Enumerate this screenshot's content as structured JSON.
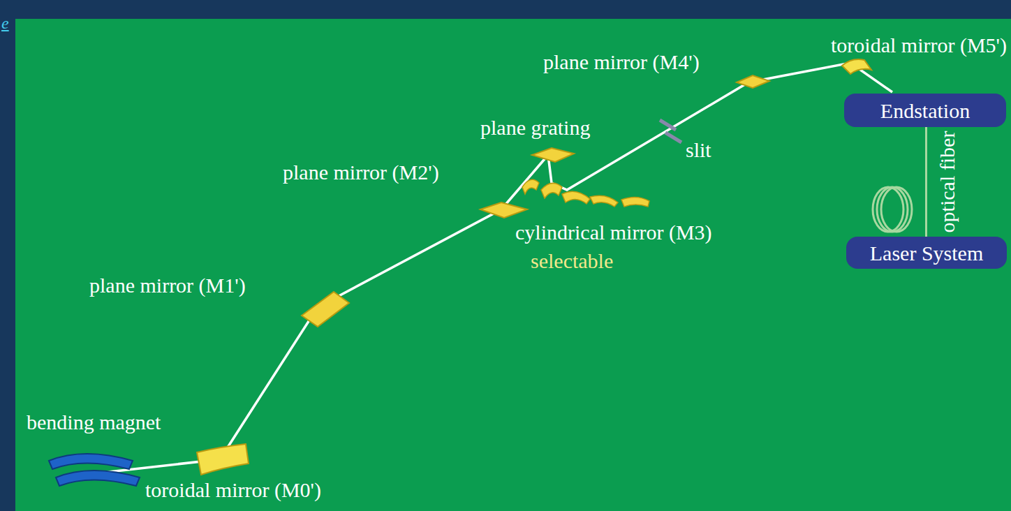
{
  "diagram": {
    "nodes": [
      {
        "text": [
          "Endstation"
        ]
      },
      {
        "text": [
          "Laser System"
        ]
      }
    ],
    "edges": [
      {
        "from": 0,
        "to": 1,
        "arrow": "none",
        "label": "optical fiber"
      }
    ],
    "labels": [
      "e",
      "plane mirror (M4')",
      "toroidal mirror (M5')",
      "plane grating",
      "slit",
      "plane mirror (M2')",
      "cylindrical mirror (M3)",
      "selectable",
      "plane mirror (M1')",
      "bending magnet",
      "toroidal mirror (M0')"
    ]
  }
}
